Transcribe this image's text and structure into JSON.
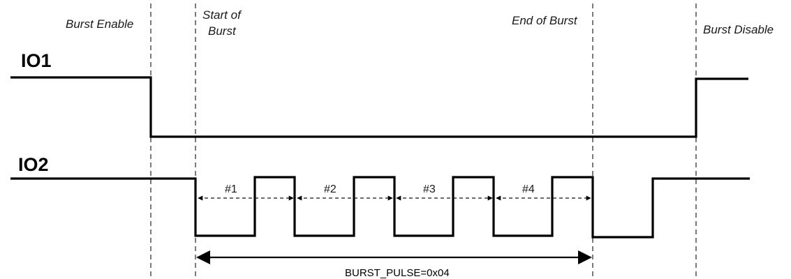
{
  "phases": {
    "burst_enable": "Burst Enable",
    "start_of_burst_line1": "Start of",
    "start_of_burst_line2": "Burst",
    "end_of_burst": "End of Burst",
    "burst_disable": "Burst Disable"
  },
  "signals": {
    "io1": "IO1",
    "io2": "IO2"
  },
  "pulses": [
    "#1",
    "#2",
    "#3",
    "#4"
  ],
  "burst_span_label": "BURST_PULSE=0x04"
}
